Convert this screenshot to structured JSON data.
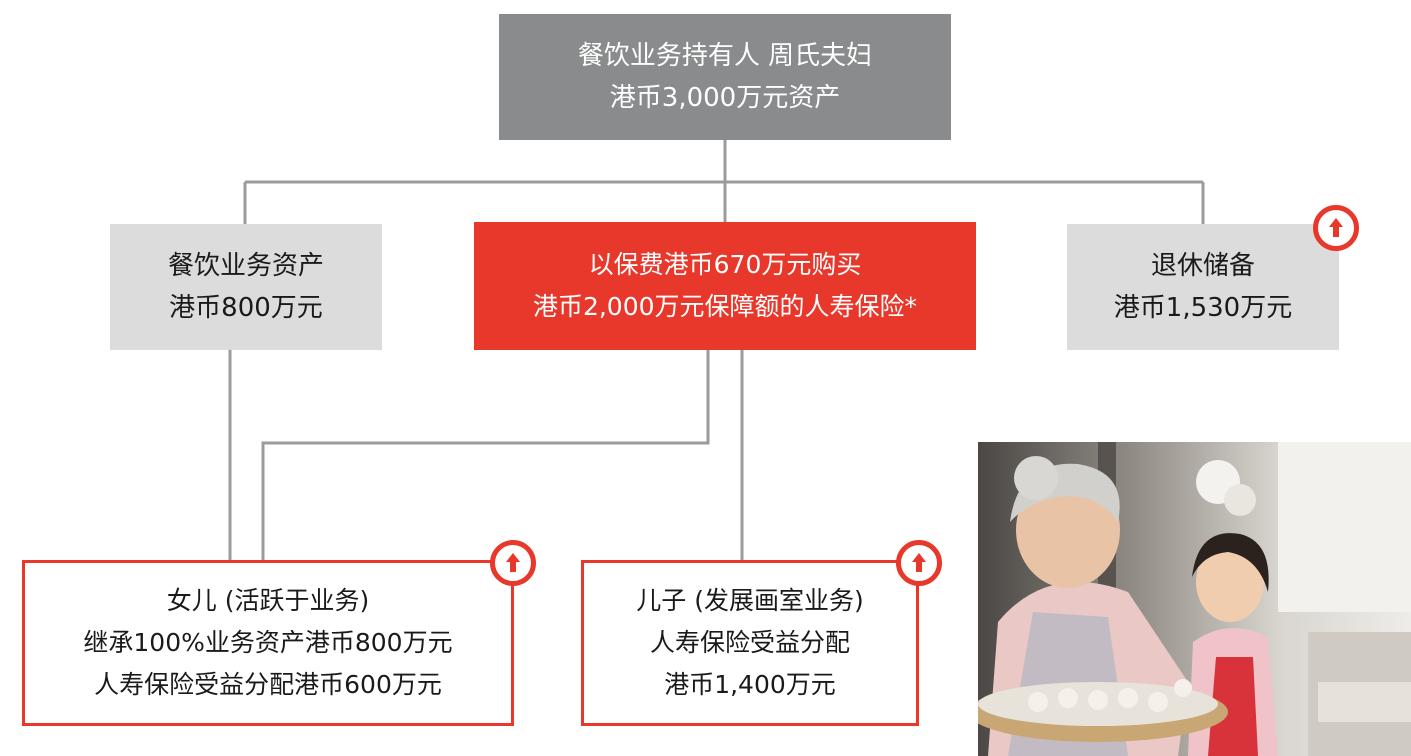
{
  "colors": {
    "accent_red": "#e8372b",
    "owner_gray": "#8a8b8c",
    "light_gray": "#dcdcdc",
    "connector_gray": "#9b9b9b"
  },
  "owner": {
    "line1": "餐饮业务持有人  周氏夫妇",
    "line2": "港币3,000万元资产"
  },
  "business_assets": {
    "line1": "餐饮业务资产",
    "line2": "港币800万元"
  },
  "insurance": {
    "line1": "以保费港币670万元购买",
    "line2": "港币2,000万元保障额的人寿保险*"
  },
  "retirement": {
    "line1": "退休储备",
    "line2": "港币1,530万元",
    "badge_icon": "up-arrow-icon"
  },
  "daughter": {
    "line1": "女儿 (活跃于业务)",
    "line2": "继承100%业务资产港币800万元",
    "line3": "人寿保险受益分配港币600万元",
    "badge_icon": "up-arrow-icon"
  },
  "son": {
    "line1": "儿子 (发展画室业务)",
    "line2": "人寿保险受益分配",
    "line3": "港币1,400万元",
    "badge_icon": "up-arrow-icon"
  }
}
